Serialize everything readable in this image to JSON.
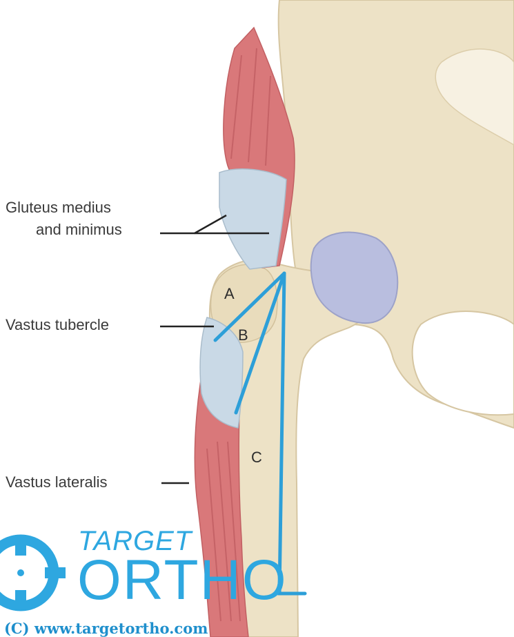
{
  "labels": {
    "gluteus_line1": "Gluteus medius",
    "gluteus_line2": "and minimus",
    "vastus_tubercle": "Vastus tubercle",
    "vastus_lateralis": "Vastus lateralis"
  },
  "zones": {
    "a": "A",
    "b": "B",
    "c": "C"
  },
  "watermark": {
    "brand_top": "TARGET",
    "brand_main": "ORTHO",
    "copyright": "(C) www.targetortho.com"
  },
  "colors": {
    "bone": "#ede2c6",
    "bone_shadow": "#d8c9a6",
    "muscle": "#d9787a",
    "tendon": "#c9d9e6",
    "cartilage": "#b9bedf",
    "guide_lines": "#2d9fd8",
    "brand": "#2ea7e0"
  }
}
